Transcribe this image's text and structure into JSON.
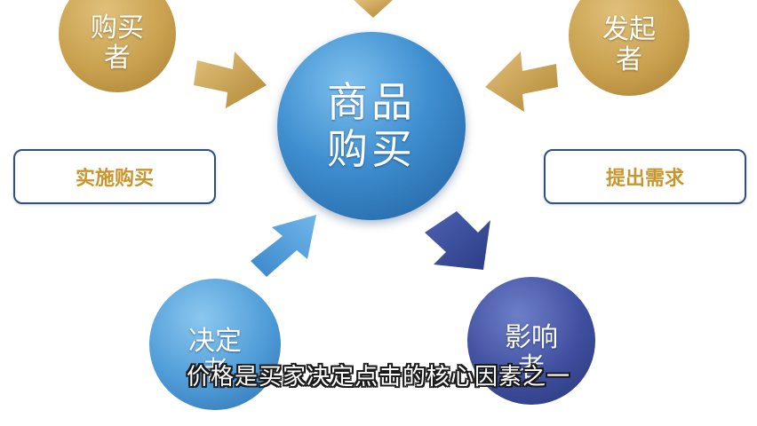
{
  "diagram": {
    "center": {
      "label": "商品\n购买"
    },
    "nodes": {
      "buyer": {
        "label": "购买\n者"
      },
      "initiator": {
        "label": "发起\n者"
      },
      "decider": {
        "label": "决定\n者"
      },
      "influencer": {
        "label": "影响\n者"
      }
    },
    "boxes": {
      "implement": {
        "label": "实施购买"
      },
      "propose": {
        "label": "提出需求"
      }
    }
  },
  "subtitle": {
    "text": "价格是买家决定点击的核心因素之一"
  },
  "colors": {
    "gold": "#c9a14f",
    "blue_center": "#3f8fd0",
    "blue_light": "#4f9cd8",
    "blue_dark": "#3f4f9f",
    "box_border": "#2c4f86",
    "box_text": "#c9962e"
  }
}
